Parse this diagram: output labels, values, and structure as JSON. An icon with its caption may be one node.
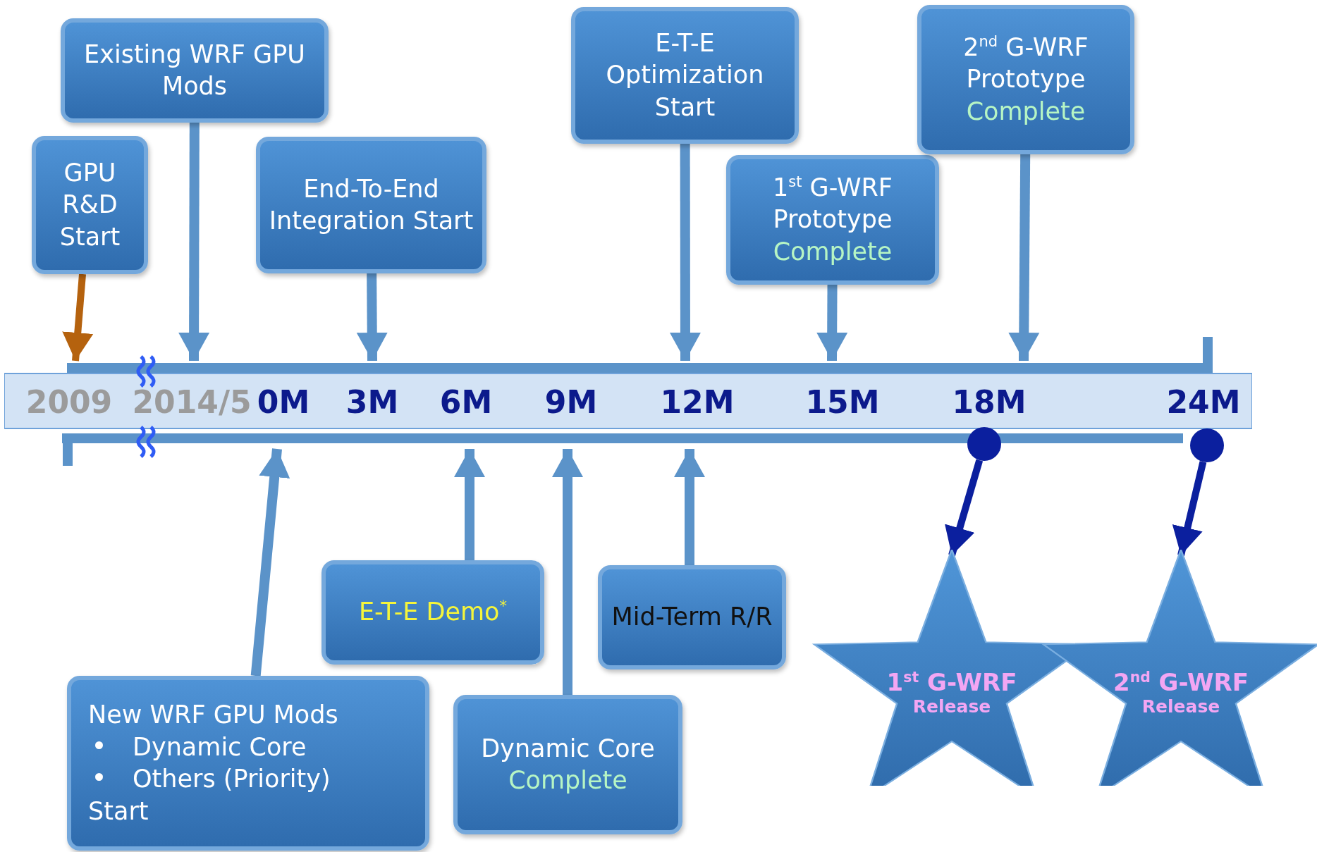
{
  "diagram": {
    "nodes": [
      {
        "text": [
          "GPU R&D Start"
        ]
      },
      {
        "text": [
          "Existing WRF GPU Mods"
        ]
      },
      {
        "text": [
          "End-To-End Integration Start"
        ]
      },
      {
        "text": [
          "E-T-E Optimization Start"
        ]
      },
      {
        "text": [
          "1$^{st}$ G-WRF Prototype",
          "Complete"
        ]
      },
      {
        "text": [
          "2$^{nd}$ G-WRF Prototype",
          "Complete"
        ]
      },
      {
        "text": [
          "New WRF GPU Mods",
          "Dynamic Core",
          "Others (Priority)",
          "Start"
        ]
      },
      {
        "text": [
          "E-T-E Demo$^{*}$"
        ]
      },
      {
        "text": [
          "Dynamic Core",
          "Complete"
        ]
      },
      {
        "text": [
          "Mid-Term R/R"
        ]
      },
      {
        "text": [
          "1$^{st}$ G-WRF",
          "Release"
        ]
      },
      {
        "text": [
          "2$^{nd}$ G-WRF",
          "Release"
        ]
      },
      {
        "text": [],
        "shape": "circle"
      },
      {
        "text": [],
        "shape": "circle"
      },
      {
        "text": [],
        "shape": "bar"
      }
    ],
    "edges": [
      {
        "from": 0,
        "to": 14,
        "arrow": "to",
        "color": "#b5620e"
      },
      {
        "from": 1,
        "to": 14,
        "arrow": "to"
      },
      {
        "from": 2,
        "to": 14,
        "arrow": "to"
      },
      {
        "from": 3,
        "to": 14,
        "arrow": "to"
      },
      {
        "from": 4,
        "to": 14,
        "arrow": "to"
      },
      {
        "from": 5,
        "to": 14,
        "arrow": "to"
      },
      {
        "from": 6,
        "to": 14,
        "arrow": "to"
      },
      {
        "from": 7,
        "to": 14,
        "arrow": "to"
      },
      {
        "from": 8,
        "to": 14,
        "arrow": "to"
      },
      {
        "from": 9,
        "to": 14,
        "arrow": "to"
      },
      {
        "from": 12,
        "to": 10,
        "arrow": "to",
        "color": "#0b1f9e"
      },
      {
        "from": 13,
        "to": 11,
        "arrow": "to",
        "color": "#0b1f9e"
      }
    ],
    "labels": [
      "2009",
      "2014/5",
      "0M",
      "3M",
      "6M",
      "9M",
      "12M",
      "15M",
      "18M",
      "24M"
    ]
  }
}
